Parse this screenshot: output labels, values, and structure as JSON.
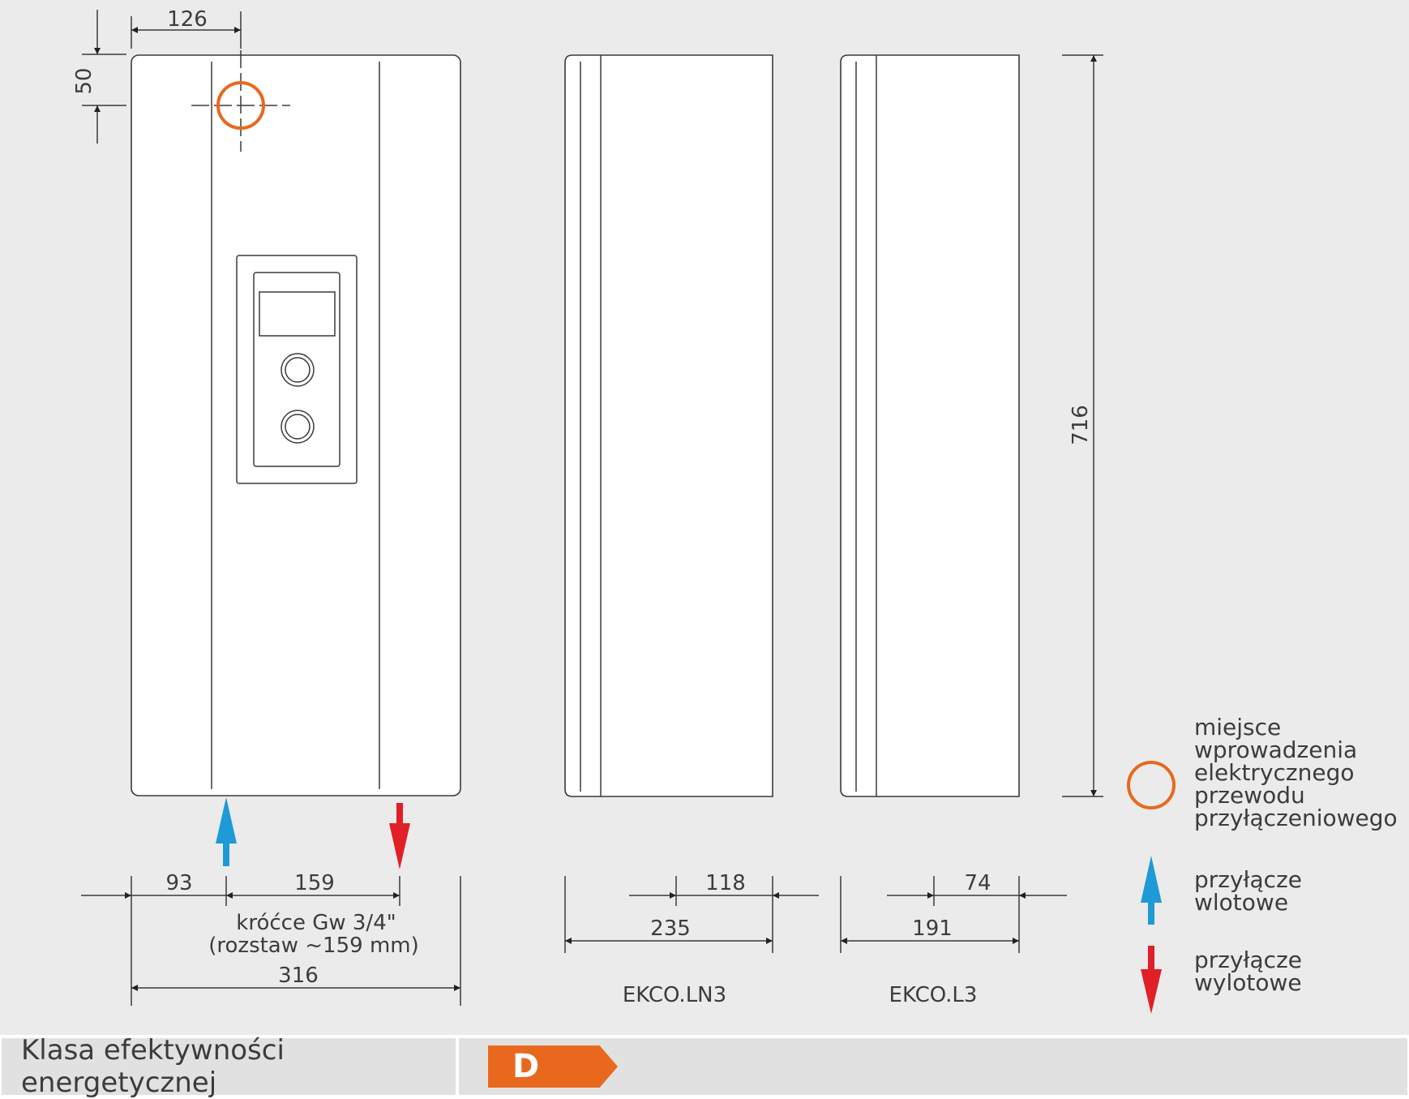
{
  "dimensions": {
    "top_offset_x": "126",
    "top_offset_y": "50",
    "height": "716",
    "front_left_pipe": "93",
    "pipe_spacing": "159",
    "front_width": "316",
    "ln3_inner": "118",
    "ln3_depth": "235",
    "l3_inner": "74",
    "l3_depth": "191"
  },
  "notes": {
    "pipes_line1": "króćce Gw 3/4\"",
    "pipes_line2": "(rozstaw ~159 mm)"
  },
  "views": {
    "ln3_label": "EKCO.LN3",
    "l3_label": "EKCO.L3"
  },
  "legend": {
    "electric_entry": [
      "miejsce",
      "wprowadzenia",
      "elektrycznego",
      "przewodu",
      "przyłączeniowego"
    ],
    "inlet": [
      "przyłącze",
      "wlotowe"
    ],
    "outlet": [
      "przyłącze",
      "wylotowe"
    ]
  },
  "energy": {
    "label": "Klasa efektywności energetycznej",
    "class": "D"
  },
  "colors": {
    "background": "#ebebeb",
    "line": "#3a3a3a",
    "electric_entry": "#e8691e",
    "inlet": "#1e9ad6",
    "outlet": "#e01f26",
    "energy_badge": "#e8691e"
  },
  "icons": {
    "electric_entry": "orange-circle-icon",
    "inlet": "blue-arrow-up-icon",
    "outlet": "red-arrow-down-icon"
  }
}
